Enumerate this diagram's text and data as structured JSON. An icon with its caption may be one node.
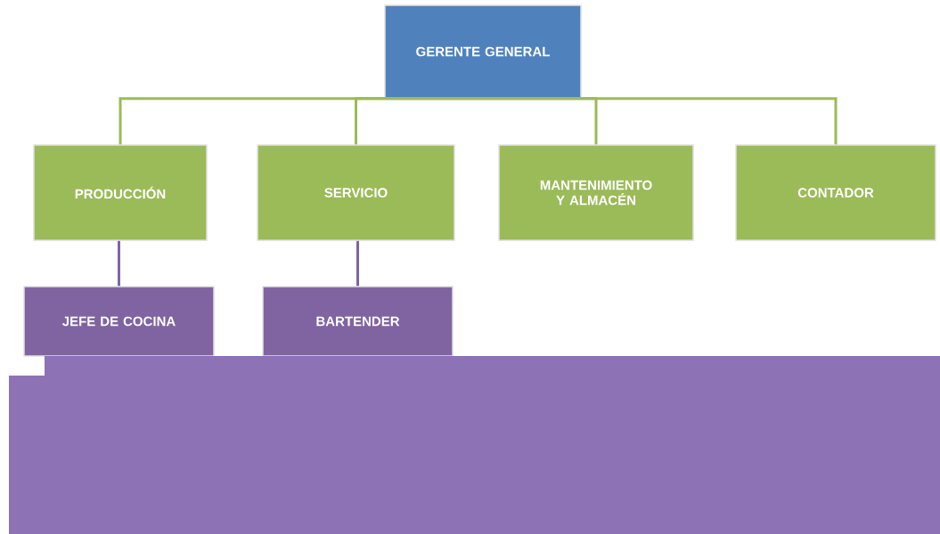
{
  "diagram": {
    "nodes": [
      {
        "text": [
          "GERENTE GENERAL"
        ]
      },
      {
        "text": [
          "PRODUCCIÓN"
        ]
      },
      {
        "text": [
          "SERVICIO"
        ]
      },
      {
        "text": [
          "MANTENIMIENTO Y ALMACÉN"
        ]
      },
      {
        "text": [
          "CONTADOR"
        ]
      },
      {
        "text": [
          "JEFE DE COCINA"
        ]
      },
      {
        "text": [
          "BARTENDER"
        ]
      }
    ],
    "edges": [
      {
        "from": 0,
        "to": 1,
        "arrow": "none"
      },
      {
        "from": 0,
        "to": 2,
        "arrow": "none"
      },
      {
        "from": 0,
        "to": 3,
        "arrow": "none"
      },
      {
        "from": 0,
        "to": 4,
        "arrow": "none"
      },
      {
        "from": 1,
        "to": 5,
        "arrow": "none",
        "color": "#8064a2"
      },
      {
        "from": 2,
        "to": 6,
        "arrow": "none",
        "color": "#8064a2"
      }
    ]
  }
}
